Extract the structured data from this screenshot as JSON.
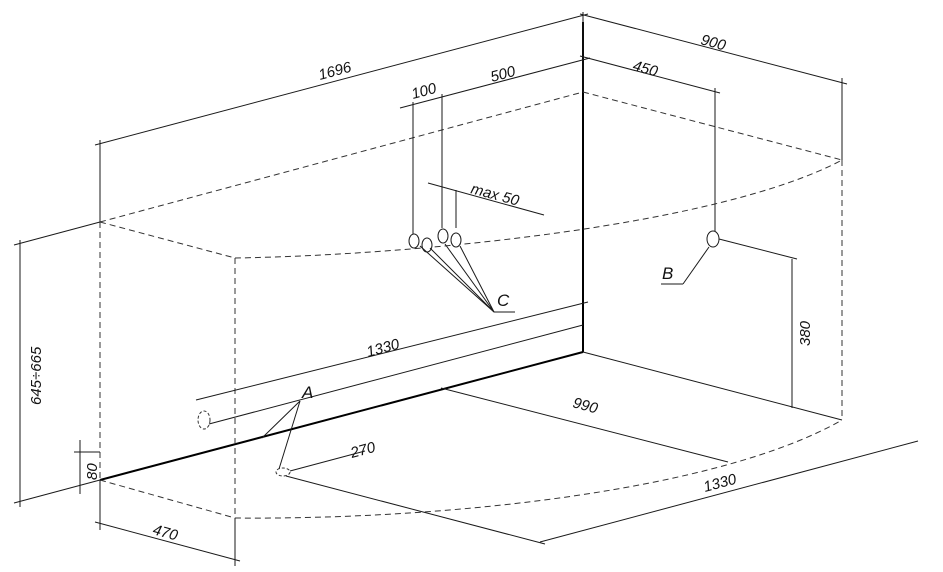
{
  "dimensions": {
    "total_length": "1696",
    "total_width": "900",
    "drain_offset_c": "500",
    "spacing_c": "100",
    "side_offset_b": "450",
    "height_range": "645÷665",
    "plinth_height": "80",
    "front_length": "1330",
    "front_floor_length": "1330",
    "floor_depth": "990",
    "height_b": "380",
    "drain_offset_a": "270",
    "front_offset": "470",
    "max_clearance": "max 50"
  },
  "markers": {
    "a": "A",
    "b": "B",
    "c": "C"
  },
  "colors": {
    "line": "#1a1a1a",
    "background": "#ffffff"
  }
}
